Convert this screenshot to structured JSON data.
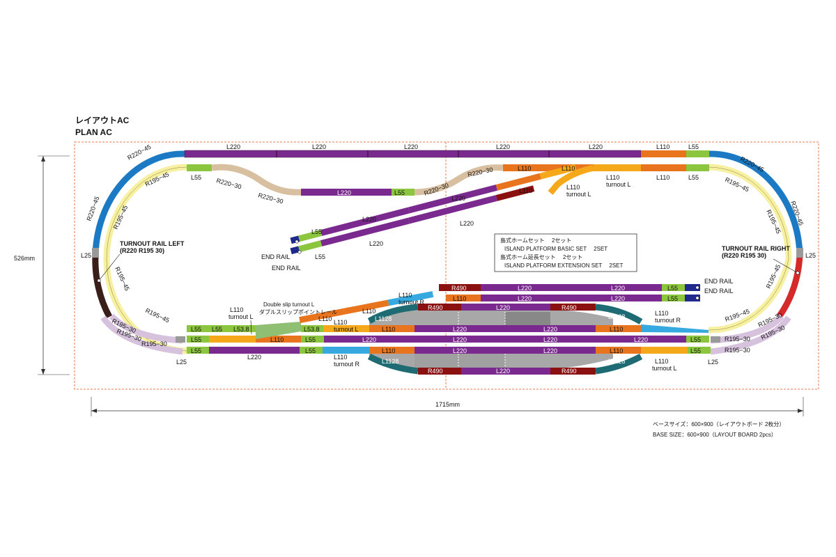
{
  "title_jp": "レイアウトAC",
  "title_en": "PLAN  AC",
  "dimensions": {
    "height": "526mm",
    "width": "1715mm"
  },
  "base_size": {
    "jp": "ベースサイズ：600×900（レイアウトボード 2枚分）",
    "en": "BASE SIZE：600×900（LAYOUT BOARD 2pcs）"
  },
  "legend": {
    "line1_jp": "島式ホームセット　 2セット",
    "line1_en": "ISLAND  PLATFORM  BASIC  SET　  2SET",
    "line2_jp": "島式ホーム延長セット　 2セット",
    "line2_en": "ISLAND  PLATFORM  EXTENSION  SET　  2SET"
  },
  "colors": {
    "L220": "#7a2a8e",
    "L110": "#e8741e",
    "L55": "#8cc63f",
    "L25": "#9a9a9a",
    "R220": "#1c7ac4",
    "R195": "#f6f0a0",
    "R220_30": "#d8bfa0",
    "R195_30": "#d6c2dc",
    "R490": "#8b1010",
    "L1128": "#1f6b73",
    "turnout_r": "#35a9e0",
    "turnout_l": "#f5a91a",
    "double_slip": "#8fbf73",
    "end_rail": "#1f2a8c",
    "platform": "#a8a8a8",
    "turnout_left": "#3a1e1a",
    "turnout_right": "#d42a2a",
    "board_outline": "#e87a4a"
  },
  "labels": {
    "l220": "L220",
    "l110": "L110",
    "l55": "L55",
    "l25": "L25",
    "r220_45": "R220−45",
    "r195_45": "R195−45",
    "r220_30": "R220−30",
    "r195_30": "R195−30",
    "r490": "R490",
    "l1128": "L1128",
    "l53_8": "L53.8",
    "end_rail": "END RAIL",
    "l110_turnout_l": "L110",
    "turnout_l": "turnout L",
    "l110_turnout_r": "L110",
    "turnout_r": "turnout R",
    "double_slip_en": "Double slip turnout L",
    "double_slip_jp": "ダブルスリップポイントレール",
    "turnout_left_1": "TURNOUT RAIL LEFT",
    "turnout_left_2": "(R220 R195 30)",
    "turnout_right_1": "TURNOUT RAIL RIGHT",
    "turnout_right_2": "(R220 R195 30)"
  }
}
